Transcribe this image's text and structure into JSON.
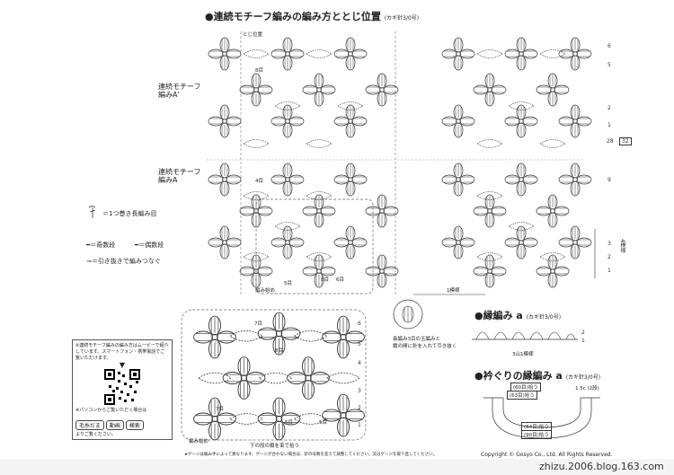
{
  "header": {
    "title": "●連続モチーフ編みの編み方ととじ位置",
    "hook_note": "(カギ針3/0号)"
  },
  "main_diagram": {
    "top_label": "とじ位置",
    "left_label_1": "連続モチーフ\n編みA'",
    "left_label_2": "連続モチーフ\n編みA",
    "row_markers_top": [
      "6",
      "5",
      "2",
      "1",
      "28"
    ],
    "row_box_label": "32",
    "row_markers_bottom": [
      "9",
      "3",
      "2",
      "1"
    ],
    "pattern_label_right": "4模様",
    "inner_labels": [
      "8目",
      "4目",
      "5目",
      "8目",
      "6目",
      "5目",
      "5目"
    ],
    "start_label": "編み始め",
    "repeat_label": "1模様"
  },
  "legend": {
    "item1": "＝1つ巻き長編み目",
    "item2": "＝奇数段",
    "item3": "＝偶数段",
    "item4": "＝引き抜きで編みつなぐ"
  },
  "bead_note": {
    "text": "長編み3目の玉編みと\n鎖の間に針を入れて引き抜く"
  },
  "qr_panel": {
    "intro": "※連続モチーフ編みの編み方はムービーで紹介しています。スマートフォン・携帯電話でご覧いただけます。",
    "pc_note": "※パソコンからご覧いただく場合は",
    "btn1": "毛糸だま",
    "btn2": "動画",
    "btn3": "検索",
    "after_btn": "よりご覧ください。"
  },
  "zoom_diagram": {
    "row_markers": [
      "6",
      "5",
      "4",
      "3",
      "2",
      "1"
    ],
    "labels": [
      "7目",
      "8目",
      "7目",
      "5目",
      "5目"
    ],
    "start_label": "編み始め",
    "bottom_note": "下の段の鎖を束で拾う"
  },
  "edge_a": {
    "title": "●縁編み a",
    "hook": "(カギ針3/0号)",
    "row_markers": [
      "2",
      "1"
    ],
    "repeat": "3山1模様"
  },
  "collar": {
    "title": "●衿ぐりの縁編み a",
    "hook": "(カギ針3/0号)",
    "pick1": "(60目)拾う",
    "pick2": "(63目)拾う",
    "width": "1.5c",
    "rows": "(2段)",
    "pick3": "(84目)拾う",
    "pick4": "(90目)拾う"
  },
  "footer": {
    "note": "★ゲージは編み手によって異なります。ゲージが合わない場合は、針の号数を変えて調整してください。又はゲージを取り直してください。",
    "copyright": "Copyright © Gosyo Co., Ltd. All Rights Reserved.",
    "watermark": "zhizu.2006.blog.163.com"
  }
}
